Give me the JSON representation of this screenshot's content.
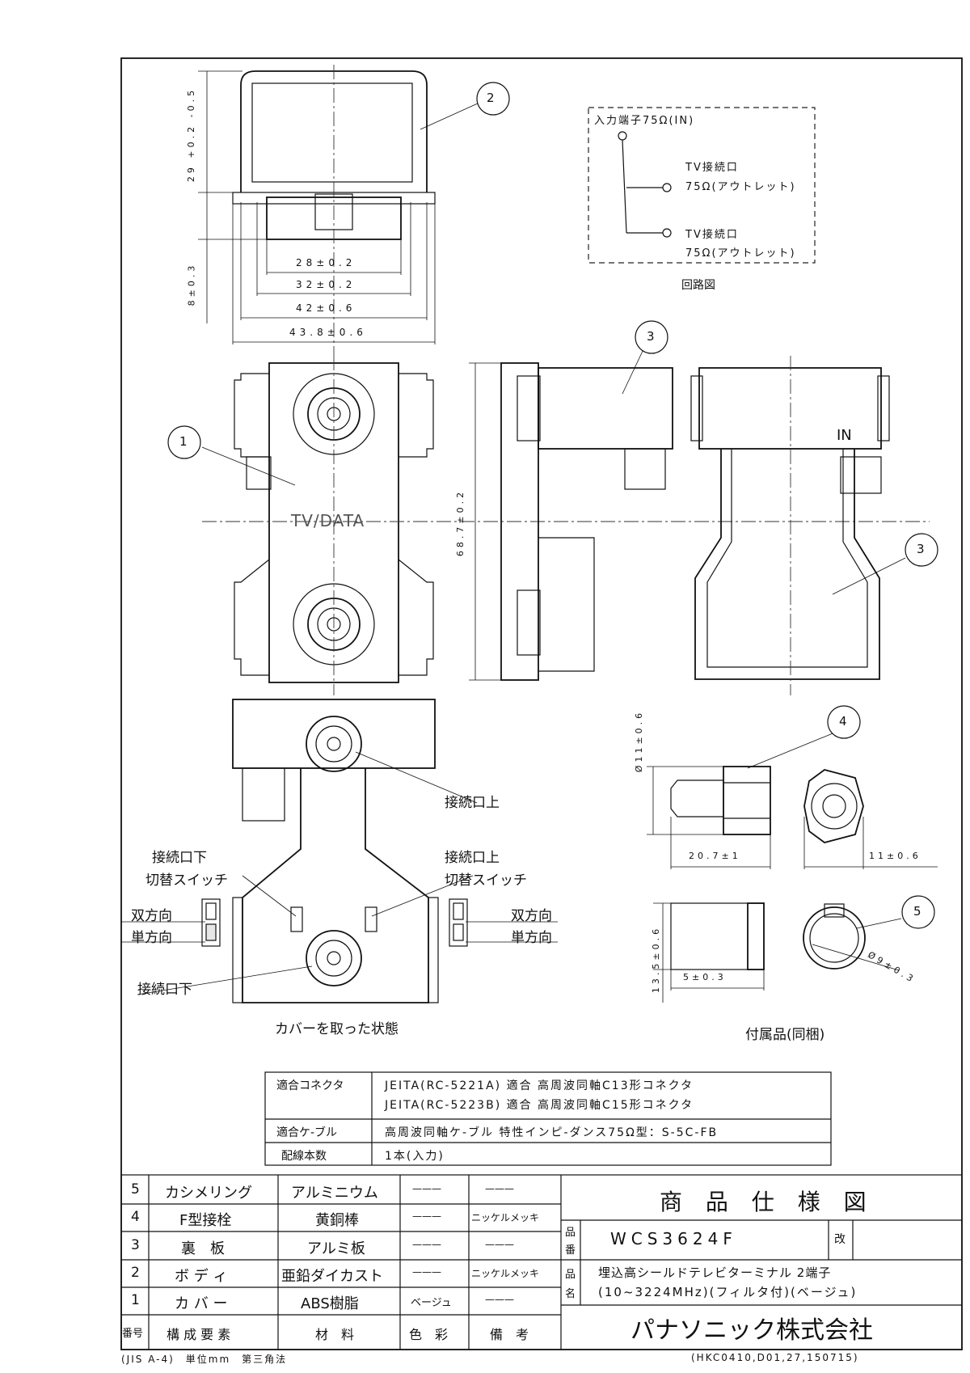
{
  "dimensions": {
    "h29": "29 +0.2 -0.5",
    "h8": "8±0.3",
    "w28": "28±0.2",
    "w32": "32±0.2",
    "w42": "42±0.6",
    "w43": "43.8±0.6",
    "h68": "68.7±0.2",
    "d11_6": "Ø11±0.6",
    "l20_7": "20.7±1",
    "w11_6": "11±0.6",
    "h13_5": "13.5±0.6",
    "w5": "5±0.3",
    "d9": "Ø9±0.3"
  },
  "balloons": [
    "1",
    "2",
    "3",
    "3",
    "4",
    "5"
  ],
  "front_label": "TV/DATA",
  "side_label": "IN",
  "circuit": {
    "input": "入力端子75Ω(IN)",
    "out1_line1": "TV接続口",
    "out1_line2": "75Ω(アウトレット)",
    "out2_line1": "TV接続口",
    "out2_line2": "75Ω(アウトレット)",
    "caption": "回路図"
  },
  "callouts": {
    "conn_top": "接続口上",
    "conn_bottom_switch_1": "接続口下",
    "conn_bottom_switch_2": "切替スイッチ",
    "conn_top_switch_1": "接続口上",
    "conn_top_switch_2": "切替スイッチ",
    "bidir_left": "双方向",
    "unidir_left": "単方向",
    "bidir_right": "双方向",
    "unidir_right": "単方向",
    "conn_bottom": "接続口下",
    "cover_removed": "カバーを取った状態",
    "accessories": "付属品(同梱)"
  },
  "spec_table": {
    "rows": [
      {
        "label": "適合コネクタ",
        "lines": [
          "JEITA(RC-5221A) 適合 高周波同軸C13形コネクタ",
          "JEITA(RC-5223B) 適合 高周波同軸C15形コネクタ"
        ]
      },
      {
        "label": "適合ケ-ブル",
        "lines": [
          "高周波同軸ケ-ブル 特性インピ-ダンス75Ω型：S-5C-FB"
        ]
      },
      {
        "label": "配線本数",
        "lines": [
          "1本(入力)"
        ]
      }
    ]
  },
  "parts_table": {
    "rows": [
      {
        "no": "5",
        "name": "カシメリング",
        "material": "アルミニウム",
        "color": "———",
        "note": "———"
      },
      {
        "no": "4",
        "name": "F型接栓",
        "material": "黄銅棒",
        "color": "———",
        "note": "ニッケルメッキ"
      },
      {
        "no": "3",
        "name": "裏　板",
        "material": "アルミ板",
        "color": "———",
        "note": "———"
      },
      {
        "no": "2",
        "name": "ボ デ ィ",
        "material": "亜鉛ダイカスト",
        "color": "———",
        "note": "ニッケルメッキ"
      },
      {
        "no": "1",
        "name": "カ バ ー",
        "material": "ABS樹脂",
        "color": "ベージュ",
        "note": "———"
      }
    ],
    "header": {
      "no": "番号",
      "name": "構 成 要 素",
      "material": "材　料",
      "color": "色　彩",
      "note": "備　考"
    }
  },
  "title_block": {
    "title": "商 品 仕 様 図",
    "hin": "品",
    "ban": "番",
    "mei": "名",
    "part_no": "WCS3624F",
    "rev": "改",
    "name_line1": "埋込高シールドテレビターミナル 2端子",
    "name_line2": "(10~3224MHz)(フィルタ付)(ベージュ)",
    "company": "パナソニック株式会社"
  },
  "footer": {
    "left": "(JIS A-4)　単位mm　第三角法",
    "right": "(HKC0410,D01,27,150715)"
  }
}
